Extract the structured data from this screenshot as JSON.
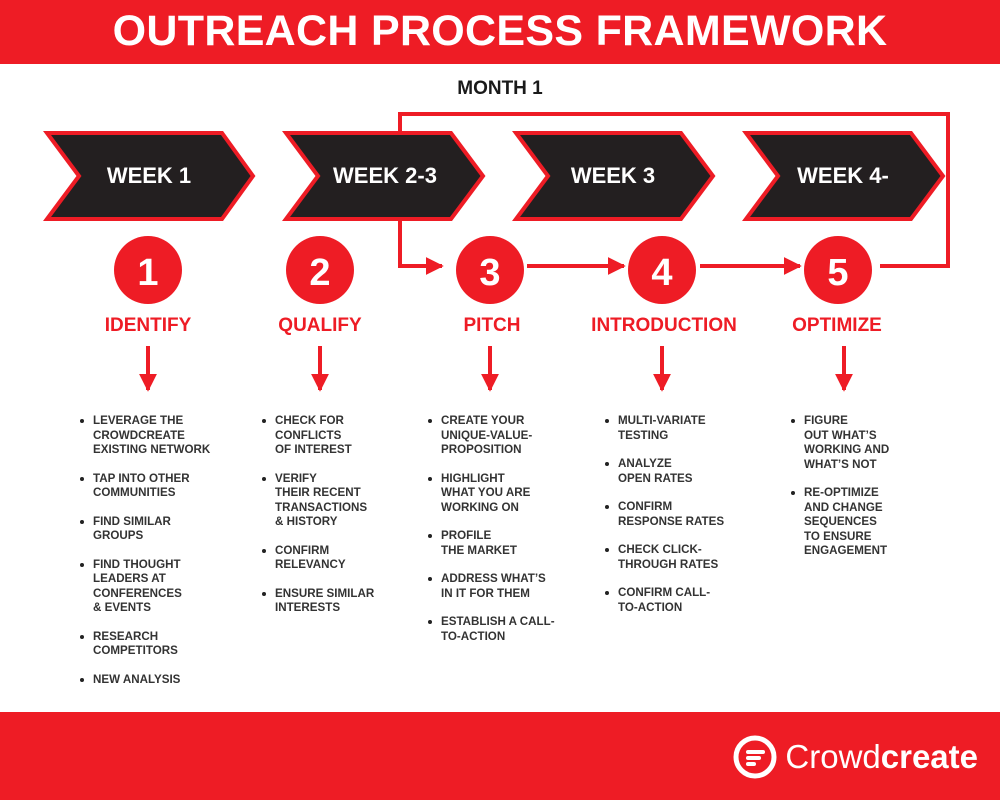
{
  "title": "OUTREACH PROCESS FRAMEWORK",
  "month_label": "MONTH 1",
  "colors": {
    "brand_red": "#ee1c25",
    "chevron_fill": "#231f20",
    "text_dark": "#333333",
    "white": "#ffffff"
  },
  "weeks": [
    {
      "label": "WEEK 1"
    },
    {
      "label": "WEEK 2-3"
    },
    {
      "label": "WEEK 3"
    },
    {
      "label": "WEEK 4-"
    }
  ],
  "steps": [
    {
      "number": "1",
      "title": "IDENTIFY",
      "items": [
        "LEVERAGE THE\nCROWDCREATE\nEXISTING NETWORK",
        "TAP INTO OTHER\nCOMMUNITIES",
        "FIND SIMILAR\nGROUPS",
        "FIND THOUGHT\nLEADERS AT\nCONFERENCES\n& EVENTS",
        "RESEARCH\nCOMPETITORS",
        "NEW ANALYSIS"
      ]
    },
    {
      "number": "2",
      "title": "QUALIFY",
      "items": [
        "CHECK FOR\nCONFLICTS\nOF INTEREST",
        "VERIFY\nTHEIR RECENT\nTRANSACTIONS\n& HISTORY",
        "CONFIRM\nRELEVANCY",
        "ENSURE SIMILAR\nINTERESTS"
      ]
    },
    {
      "number": "3",
      "title": "PITCH",
      "items": [
        "CREATE YOUR\nUNIQUE-VALUE-\nPROPOSITION",
        "HIGHLIGHT\nWHAT YOU ARE\nWORKING ON",
        "PROFILE\nTHE MARKET",
        "ADDRESS WHAT’S\nIN IT FOR THEM",
        "ESTABLISH A CALL-\nTO-ACTION"
      ]
    },
    {
      "number": "4",
      "title": "INTRODUCTION",
      "items": [
        "MULTI-VARIATE\nTESTING",
        "ANALYZE\nOPEN RATES",
        "CONFIRM\nRESPONSE RATES",
        "CHECK CLICK-\nTHROUGH RATES",
        "CONFIRM CALL-\nTO-ACTION"
      ]
    },
    {
      "number": "5",
      "title": "OPTIMIZE",
      "items": [
        "FIGURE\nOUT WHAT’S\nWORKING AND\nWHAT’S NOT",
        "RE-OPTIMIZE\nAND CHANGE\nSEQUENCES\nTO ENSURE\nENGAGEMENT"
      ]
    }
  ],
  "brand": {
    "part1": "Crowd",
    "part2": "create",
    "icon": "speech-bubble-icon"
  }
}
